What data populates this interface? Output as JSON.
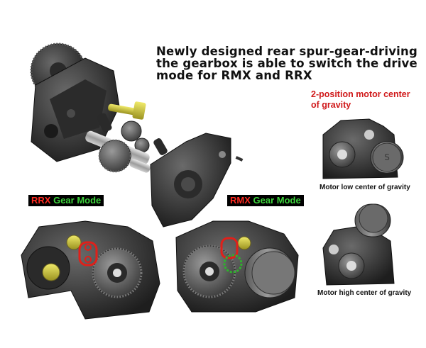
{
  "headline": {
    "line1": "Newly designed rear spur-gear-driving",
    "line2": "the gearbox is able to switch the drive",
    "line3": "mode for RMX and RRX"
  },
  "cog": {
    "title_line1": "2-position motor center",
    "title_line2": "of gravity",
    "low_caption": "Motor low center of gravity",
    "high_caption": "Motor high center of gravity"
  },
  "modes": {
    "rrx": {
      "code": "RRX",
      "suffix": "Gear Mode"
    },
    "rmx": {
      "code": "RMX",
      "suffix": "Gear Mode"
    }
  },
  "colors": {
    "accent_red": "#d0191a",
    "mode_red": "#ff2a20",
    "mode_green": "#3dd13b",
    "gear_yellow": "#c9c42a",
    "part_dark": "#3a3a3a"
  }
}
